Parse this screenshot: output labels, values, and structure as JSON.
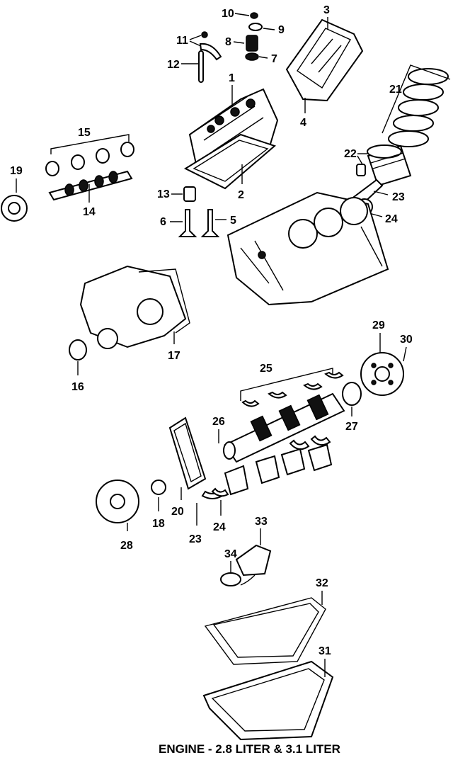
{
  "diagram": {
    "caption": "ENGINE - 2.8 LITER & 3.1 LITER",
    "callouts": [
      "1",
      "2",
      "3",
      "4",
      "5",
      "6",
      "7",
      "8",
      "9",
      "10",
      "11",
      "12",
      "13",
      "14",
      "15",
      "16",
      "17",
      "18",
      "19",
      "20",
      "21",
      "22",
      "23",
      "24",
      "25",
      "26",
      "27",
      "28",
      "29",
      "30",
      "31",
      "32",
      "33",
      "34"
    ],
    "callouts_second": {
      "23": "23",
      "24": "24"
    }
  }
}
